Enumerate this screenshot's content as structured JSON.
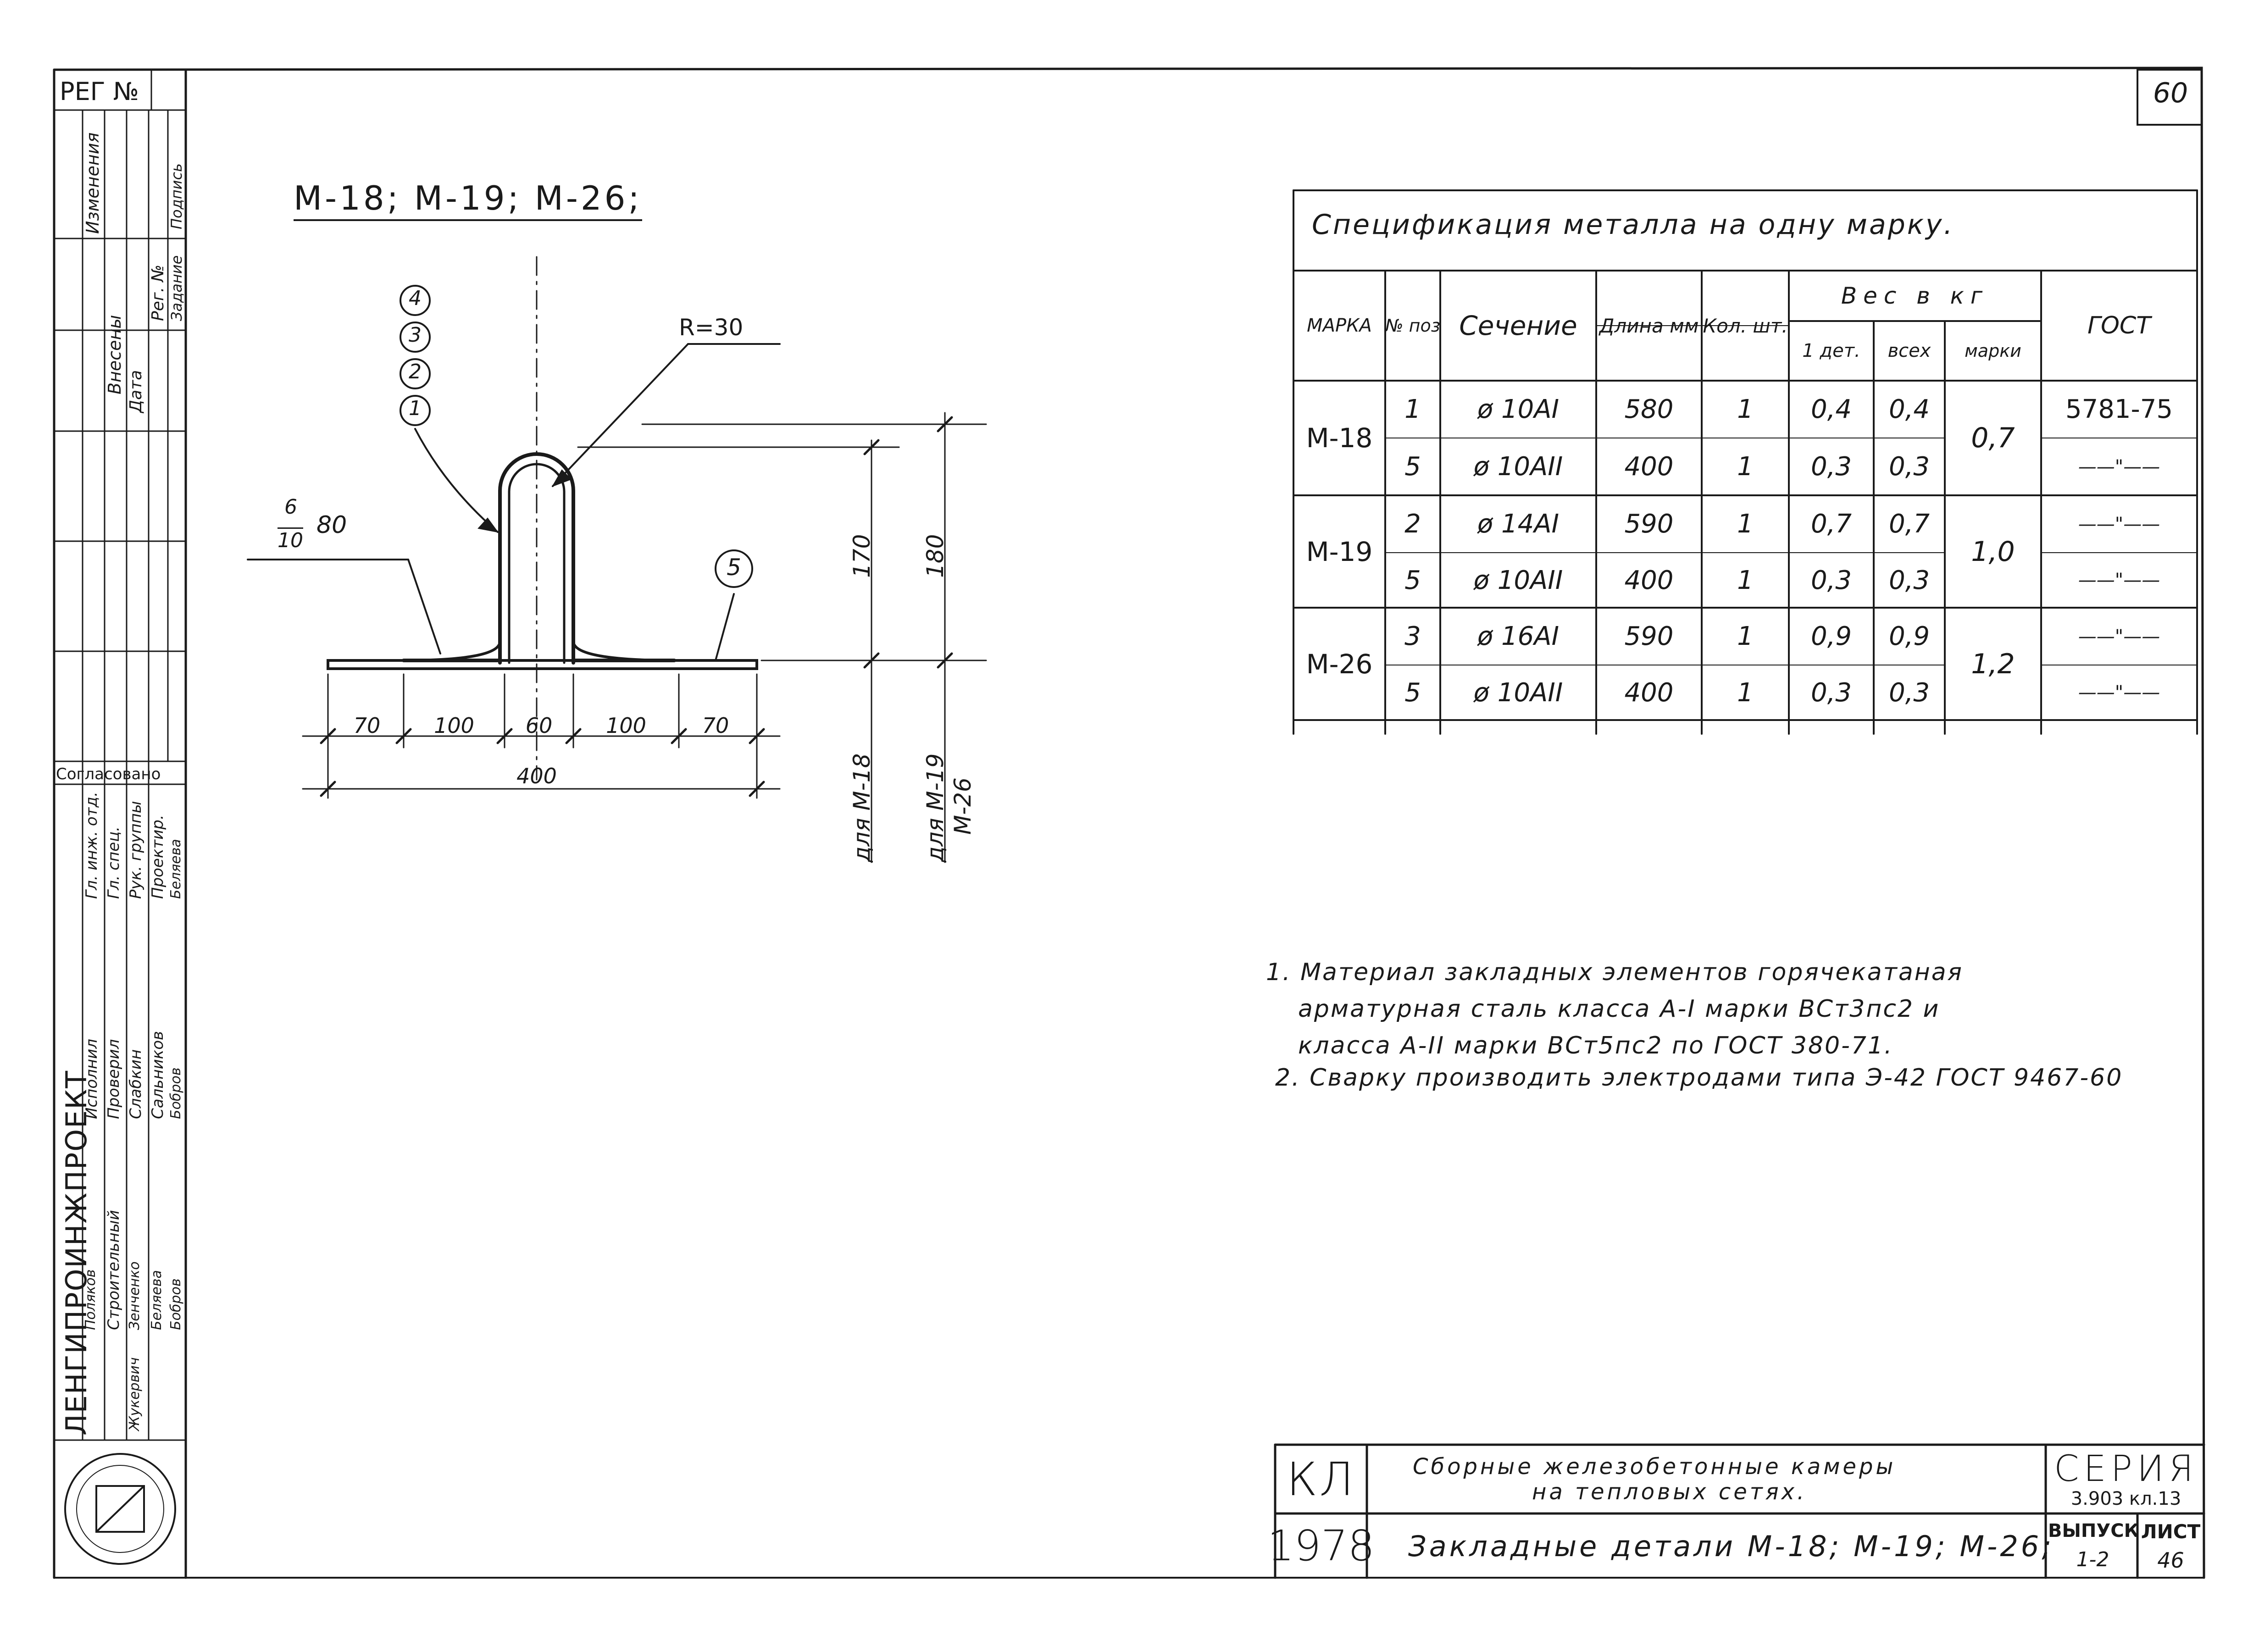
{
  "sheet_number": "60",
  "left_strip": {
    "reg_label": "РЕГ №",
    "columns": [
      "Изменения",
      "Внесены",
      "Дата",
      "Рег. №",
      "Подпись",
      "Задание"
    ],
    "agreed_label": "Согласовано",
    "signers": [
      "Слабкин",
      "Сальников",
      "Беляева",
      "Бобров",
      "Бобров",
      "Беляева"
    ],
    "roles": [
      "Гл. инж. отд.",
      "Гл. спец.",
      "Рук. группы",
      "Проектир.",
      "Исполнил",
      "Проверил"
    ],
    "org_name": "ЛЕНГИПРОИНЖПРОЕКТ",
    "org_sub": "Строительный",
    "org_people": [
      "Зенченко",
      "Жукервич",
      "Поляков"
    ]
  },
  "drawing": {
    "title": "М-18; М-19; М-26;",
    "radius_label": "R=30",
    "position_markers": [
      "4",
      "3",
      "2",
      "1"
    ],
    "plate_marker": "5",
    "weld_label": "6/10 – 80",
    "weld_top": "6",
    "weld_bottom": "10",
    "weld_len": "80",
    "dims_bottom": [
      "70",
      "100",
      "60",
      "100",
      "70"
    ],
    "dim_total": "400",
    "dim_170": "170",
    "dim_180": "180",
    "label_m18": "для М-18",
    "label_m19": "для М-19",
    "label_m26": "М-26"
  },
  "spec_table": {
    "title": "Спецификация металла на одну марку.",
    "headers": {
      "mark": "МАРКА",
      "pos": "№ поз",
      "section": "Сечение",
      "length": "Длина мм",
      "qty": "Кол. шт.",
      "weight_group": "Вес в кг",
      "w_one": "1 дет.",
      "w_all": "всех",
      "w_mark": "марки",
      "gost": "ГОСТ"
    },
    "rows": [
      {
        "mark": "М-18",
        "pos": "1",
        "section": "ø 10АI",
        "length": "580",
        "qty": "1",
        "w_one": "0,4",
        "w_all": "0,4",
        "w_mark": "0,7",
        "gost": "5781-75"
      },
      {
        "mark": "",
        "pos": "5",
        "section": "ø 10АII",
        "length": "400",
        "qty": "1",
        "w_one": "0,3",
        "w_all": "0,3",
        "w_mark": "",
        "gost": "——\"——"
      },
      {
        "mark": "М-19",
        "pos": "2",
        "section": "ø 14АI",
        "length": "590",
        "qty": "1",
        "w_one": "0,7",
        "w_all": "0,7",
        "w_mark": "1,0",
        "gost": "——\"——"
      },
      {
        "mark": "",
        "pos": "5",
        "section": "ø 10АII",
        "length": "400",
        "qty": "1",
        "w_one": "0,3",
        "w_all": "0,3",
        "w_mark": "",
        "gost": "——\"——"
      },
      {
        "mark": "М-26",
        "pos": "3",
        "section": "ø 16АI",
        "length": "590",
        "qty": "1",
        "w_one": "0,9",
        "w_all": "0,9",
        "w_mark": "1,2",
        "gost": "——\"——"
      },
      {
        "mark": "",
        "pos": "5",
        "section": "ø 10АII",
        "length": "400",
        "qty": "1",
        "w_one": "0,3",
        "w_all": "0,3",
        "w_mark": "",
        "gost": "——\"——"
      }
    ]
  },
  "notes": [
    "1. Материал закладных элементов горячекатаная",
    "арматурная сталь класса А-I марки ВСт3пс2 и",
    "класса А-II марки ВСт5пс2 по ГОСТ 380-71.",
    "2. Сварку производить электродами типа Э-42 ГОСТ 9467-60"
  ],
  "title_block": {
    "code": "КЛ",
    "year": "1978",
    "series_label": "СЕРИЯ",
    "series_value": "3.903 кл.13",
    "line1": "Сборные железобетонные камеры",
    "line2": "на тепловых сетях.",
    "line3": "Закладные детали М-18; М-19; М-26;",
    "issue_label": "ВЫПУСК",
    "issue_value": "1-2",
    "sheet_label": "ЛИСТ",
    "sheet_value": "46"
  }
}
